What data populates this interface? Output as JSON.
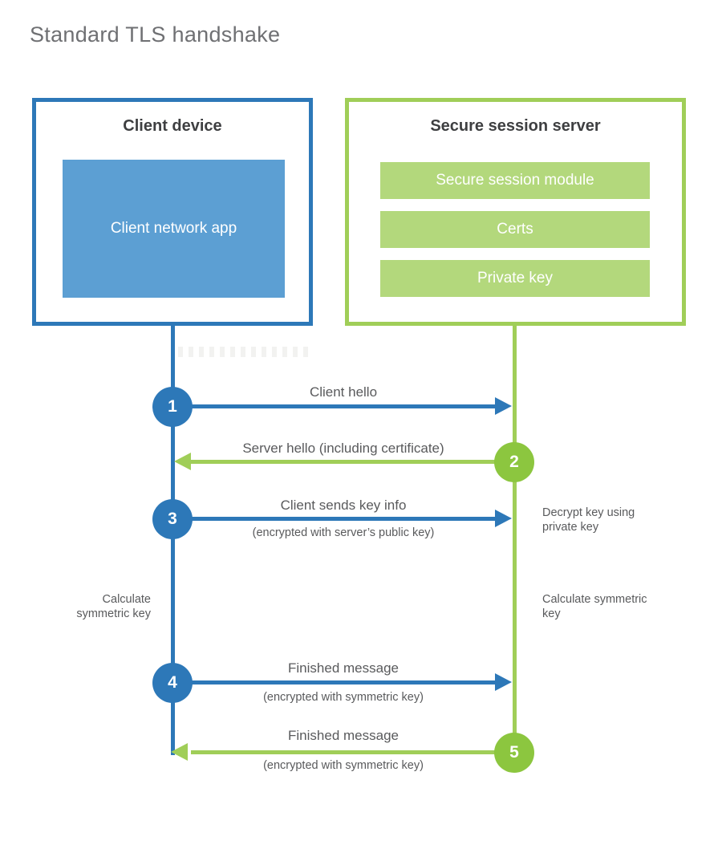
{
  "title": "Standard TLS handshake",
  "colors": {
    "blue": "#2d78b8",
    "light_blue": "#5c9fd3",
    "green_line": "#a0ce58",
    "green_circle": "#8cc63f",
    "green_bar": "#b3d87c",
    "text_dark": "#3e3f41",
    "text_gray": "#595a5c",
    "title_gray": "#6f7073"
  },
  "client": {
    "title": "Client device",
    "app": "Client network app"
  },
  "server": {
    "title": "Secure session server",
    "modules": [
      "Secure session module",
      "Certs",
      "Private key"
    ]
  },
  "steps": [
    {
      "number": "1",
      "label": "Client hello",
      "sublabel": "",
      "from": "client",
      "to": "server"
    },
    {
      "number": "2",
      "label": "Server hello (including certificate)",
      "sublabel": "",
      "from": "server",
      "to": "client"
    },
    {
      "number": "3",
      "label": "Client sends key info",
      "sublabel": "(encrypted with server’s public key)",
      "from": "client",
      "to": "server"
    },
    {
      "number": "4",
      "label": "Finished message",
      "sublabel": "(encrypted with symmetric key)",
      "from": "client",
      "to": "server"
    },
    {
      "number": "5",
      "label": "Finished message",
      "sublabel": "(encrypted with symmetric key)",
      "from": "server",
      "to": "client"
    }
  ],
  "notes": {
    "decrypt": "Decrypt key using private key",
    "client_calculate": "Calculate symmetric key",
    "server_calculate": "Calculate symmetric key"
  }
}
